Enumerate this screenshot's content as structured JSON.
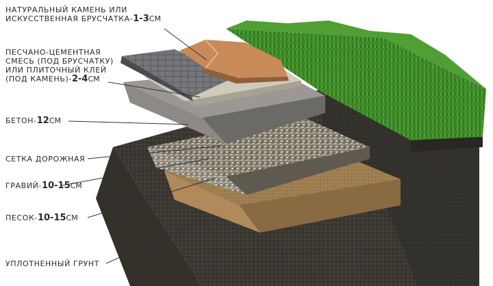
{
  "layers": [
    {
      "id": "stone",
      "label_lines": [
        "НАТУРАЛЬНЫЙ КАМЕНЬ ИЛИ",
        "ИСКУССТВЕННАЯ БРУСЧАТКА-"
      ],
      "thickness": "1-3",
      "unit": "СМ"
    },
    {
      "id": "mortar",
      "label_lines": [
        "ПЕСЧАНО-ЦЕМЕНТНАЯ",
        "СМЕСЬ (ПОД БРУСЧАТКУ)",
        "ИЛИ ПЛИТОЧНЫЙ КЛЕЙ",
        "(ПОД КАМЕНЬ)-"
      ],
      "thickness": "2-4",
      "unit": "СМ"
    },
    {
      "id": "concrete",
      "label_lines": [
        "БЕТОН-"
      ],
      "thickness": "12",
      "unit": "СМ"
    },
    {
      "id": "mesh",
      "label_lines": [
        "СЕТКА ДОРОЖНАЯ"
      ],
      "thickness": "",
      "unit": ""
    },
    {
      "id": "gravel",
      "label_lines": [
        "ГРАВИЙ-"
      ],
      "thickness": "10-15",
      "unit": "СМ"
    },
    {
      "id": "sand",
      "label_lines": [
        "ПЕСОК-"
      ],
      "thickness": "10-15",
      "unit": "СМ"
    },
    {
      "id": "soil",
      "label_lines": [
        "УПЛОТНЕННЫЙ ГРУНТ"
      ],
      "thickness": "",
      "unit": ""
    }
  ],
  "colors": {
    "grass": "#3f8f2a",
    "grass_dark": "#2a6a1c",
    "soil": "#3d3a33",
    "sand": "#a07f52",
    "gravel": "#8e877a",
    "concrete": "#8a8886",
    "mortar": "#c8c3b3",
    "paver": "#6d6f73",
    "stone": "#c98d5c",
    "leader": "#333333"
  }
}
